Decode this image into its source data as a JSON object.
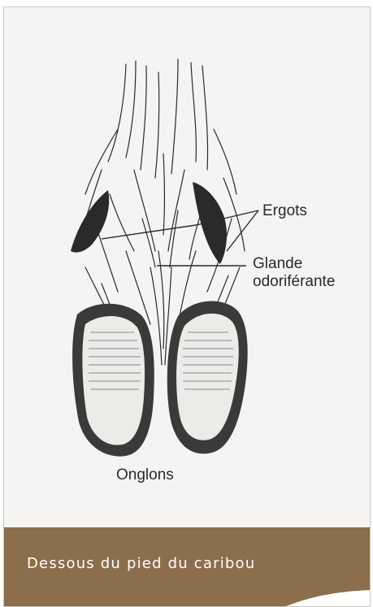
{
  "labels": {
    "dewclaws": "Ergots",
    "gland_line1": "Glande",
    "gland_line2": "odoriférante",
    "hooves": "Onglons"
  },
  "caption": "Dessous du pied du caribou",
  "colors": {
    "card_background": "#f6f4f2",
    "caption_band": "#8c6e4c",
    "caption_text": "#ffffff",
    "ink": "#2a2a2a"
  }
}
